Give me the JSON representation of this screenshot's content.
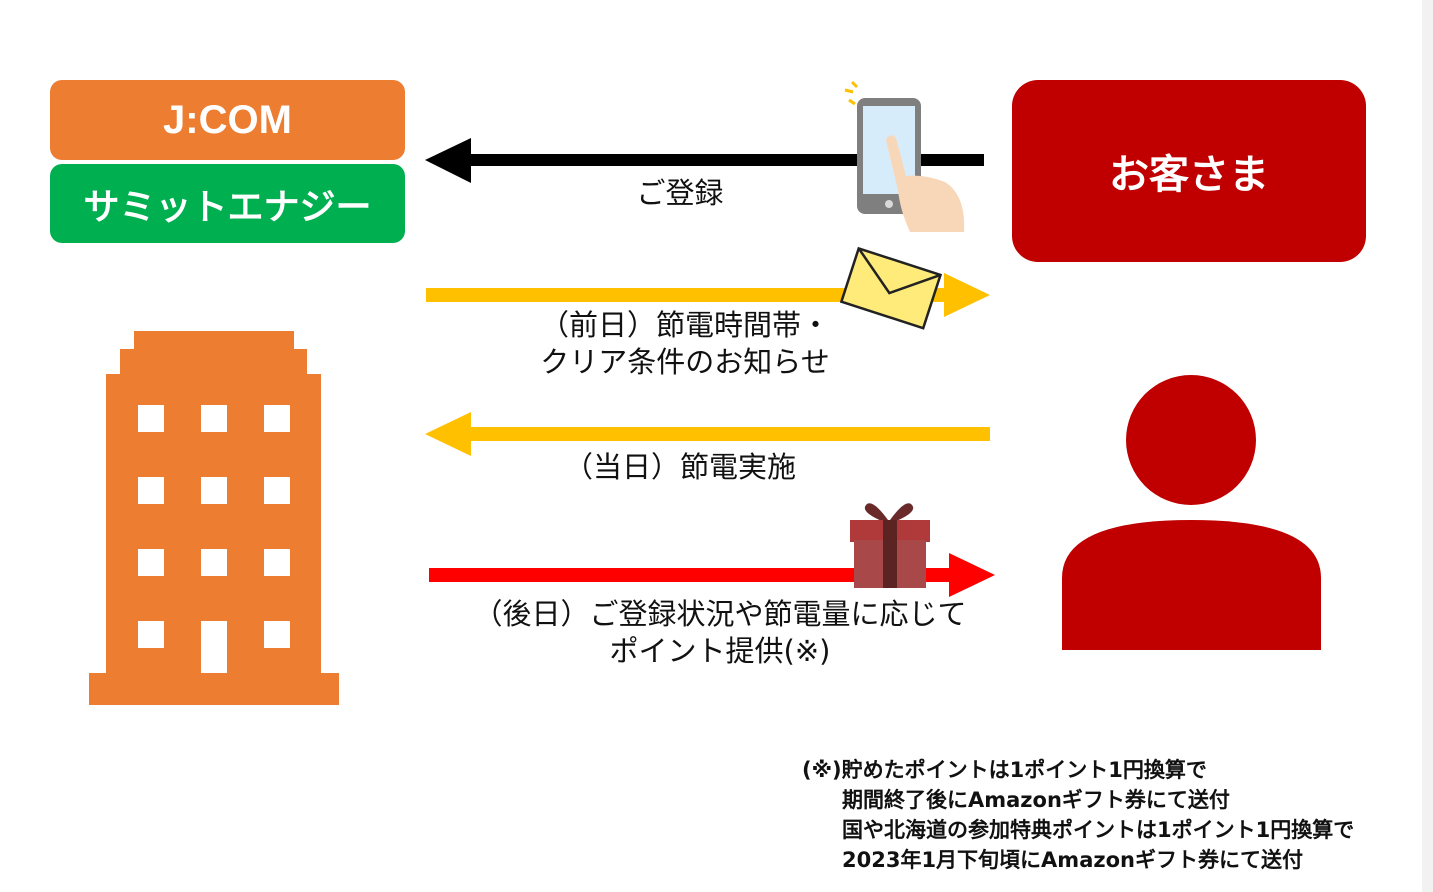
{
  "boxes": {
    "jcom": "J:COM",
    "summit": "サミットエナジー",
    "customer": "お客さま"
  },
  "flows": [
    {
      "label": "ご登録",
      "direction": "to-provider",
      "color": "#000000"
    },
    {
      "label_lines": [
        "（前日）節電時間帯・",
        "クリア条件のお知らせ"
      ],
      "direction": "to-customer",
      "color": "#ffc000"
    },
    {
      "label": "（当日）節電実施",
      "direction": "to-provider",
      "color": "#ffc000"
    },
    {
      "label_lines": [
        "（後日）ご登録状況や節電量に応じて",
        "ポイント提供(※)"
      ],
      "direction": "to-customer",
      "color": "#ff0000"
    }
  ],
  "note": {
    "lines": [
      "(※)貯めたポイントは1ポイント1円換算で",
      "期間終了後にAmazonギフト券にて送付",
      "国や北海道の参加特典ポイントは1ポイント1円換算で",
      "2023年1月下旬頃にAmazonギフト券にて送付"
    ]
  },
  "icons": [
    "building-icon",
    "person-icon",
    "smartphone-icon",
    "envelope-icon",
    "gift-icon"
  ],
  "colors": {
    "orange": "#ed7d31",
    "green": "#00b050",
    "red": "#c00000",
    "yellow": "#ffc000",
    "arrow_red": "#ff0000",
    "black": "#000000"
  }
}
